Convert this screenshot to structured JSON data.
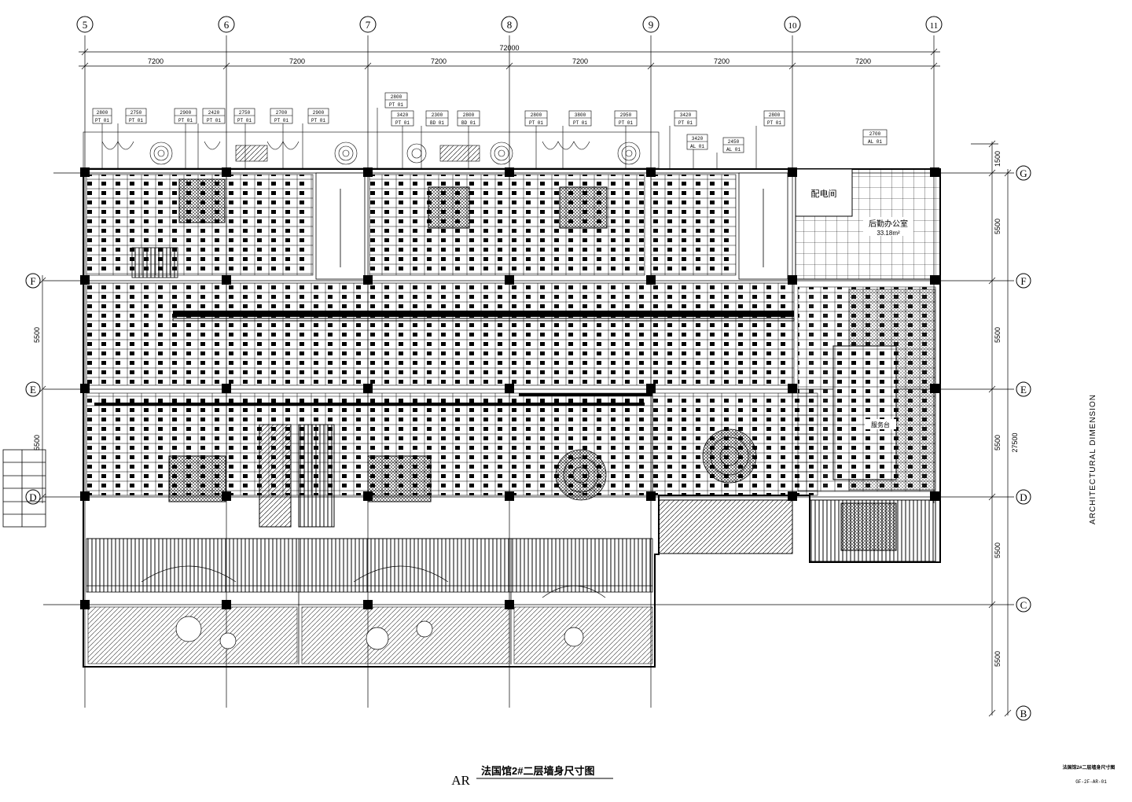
{
  "drawing": {
    "title_code": "AR",
    "title": "法国馆2#二层墙身尺寸图",
    "side_label": "ARCHITECTURAL DIMENSION",
    "sheet_name": "法国馆2#二层墙身尺寸图",
    "sheet_code": "GF-2F-AR-01"
  },
  "grid": {
    "columns": [
      "5",
      "6",
      "7",
      "8",
      "9",
      "10",
      "11"
    ],
    "rows": [
      "G",
      "F",
      "E",
      "D",
      "C",
      "B"
    ]
  },
  "dimensions": {
    "overall_width": "72000",
    "bays": [
      "7200",
      "7200",
      "7200",
      "7200",
      "7200",
      "7200"
    ],
    "right_side": [
      "1500",
      "5500",
      "5500",
      "5500",
      "5500",
      "5500"
    ],
    "right_overall": "27500",
    "left_side": [
      "5500",
      "5500"
    ]
  },
  "rooms": {
    "power_room": "配电间",
    "back_office": "后勤办公室",
    "back_office_area": "33.18m²",
    "service_room": "服务台"
  },
  "ceiling_tags": [
    {
      "height": "2800",
      "code": "PT 01"
    },
    {
      "height": "2750",
      "code": "PT 01"
    },
    {
      "height": "2900",
      "code": "PT 01"
    },
    {
      "height": "2420",
      "code": "PT 01"
    },
    {
      "height": "2750",
      "code": "PT 01"
    },
    {
      "height": "2700",
      "code": "PT 01"
    },
    {
      "height": "2900",
      "code": "PT 01"
    },
    {
      "height": "2800",
      "code": "PT 01"
    },
    {
      "height": "3420",
      "code": "PT 01"
    },
    {
      "height": "2300",
      "code": "BD 01"
    },
    {
      "height": "2800",
      "code": "BD 01"
    },
    {
      "height": "2800",
      "code": "PT 01"
    },
    {
      "height": "3800",
      "code": "PT 01"
    },
    {
      "height": "2950",
      "code": "PT 01"
    },
    {
      "height": "3420",
      "code": "PT 01"
    },
    {
      "height": "3420",
      "code": "AL 01"
    },
    {
      "height": "2450",
      "code": "AL 01"
    },
    {
      "height": "2800",
      "code": "PT 01"
    },
    {
      "height": "2700",
      "code": "AL 01"
    }
  ],
  "colors": {
    "ink": "#000000",
    "paper": "#ffffff"
  }
}
